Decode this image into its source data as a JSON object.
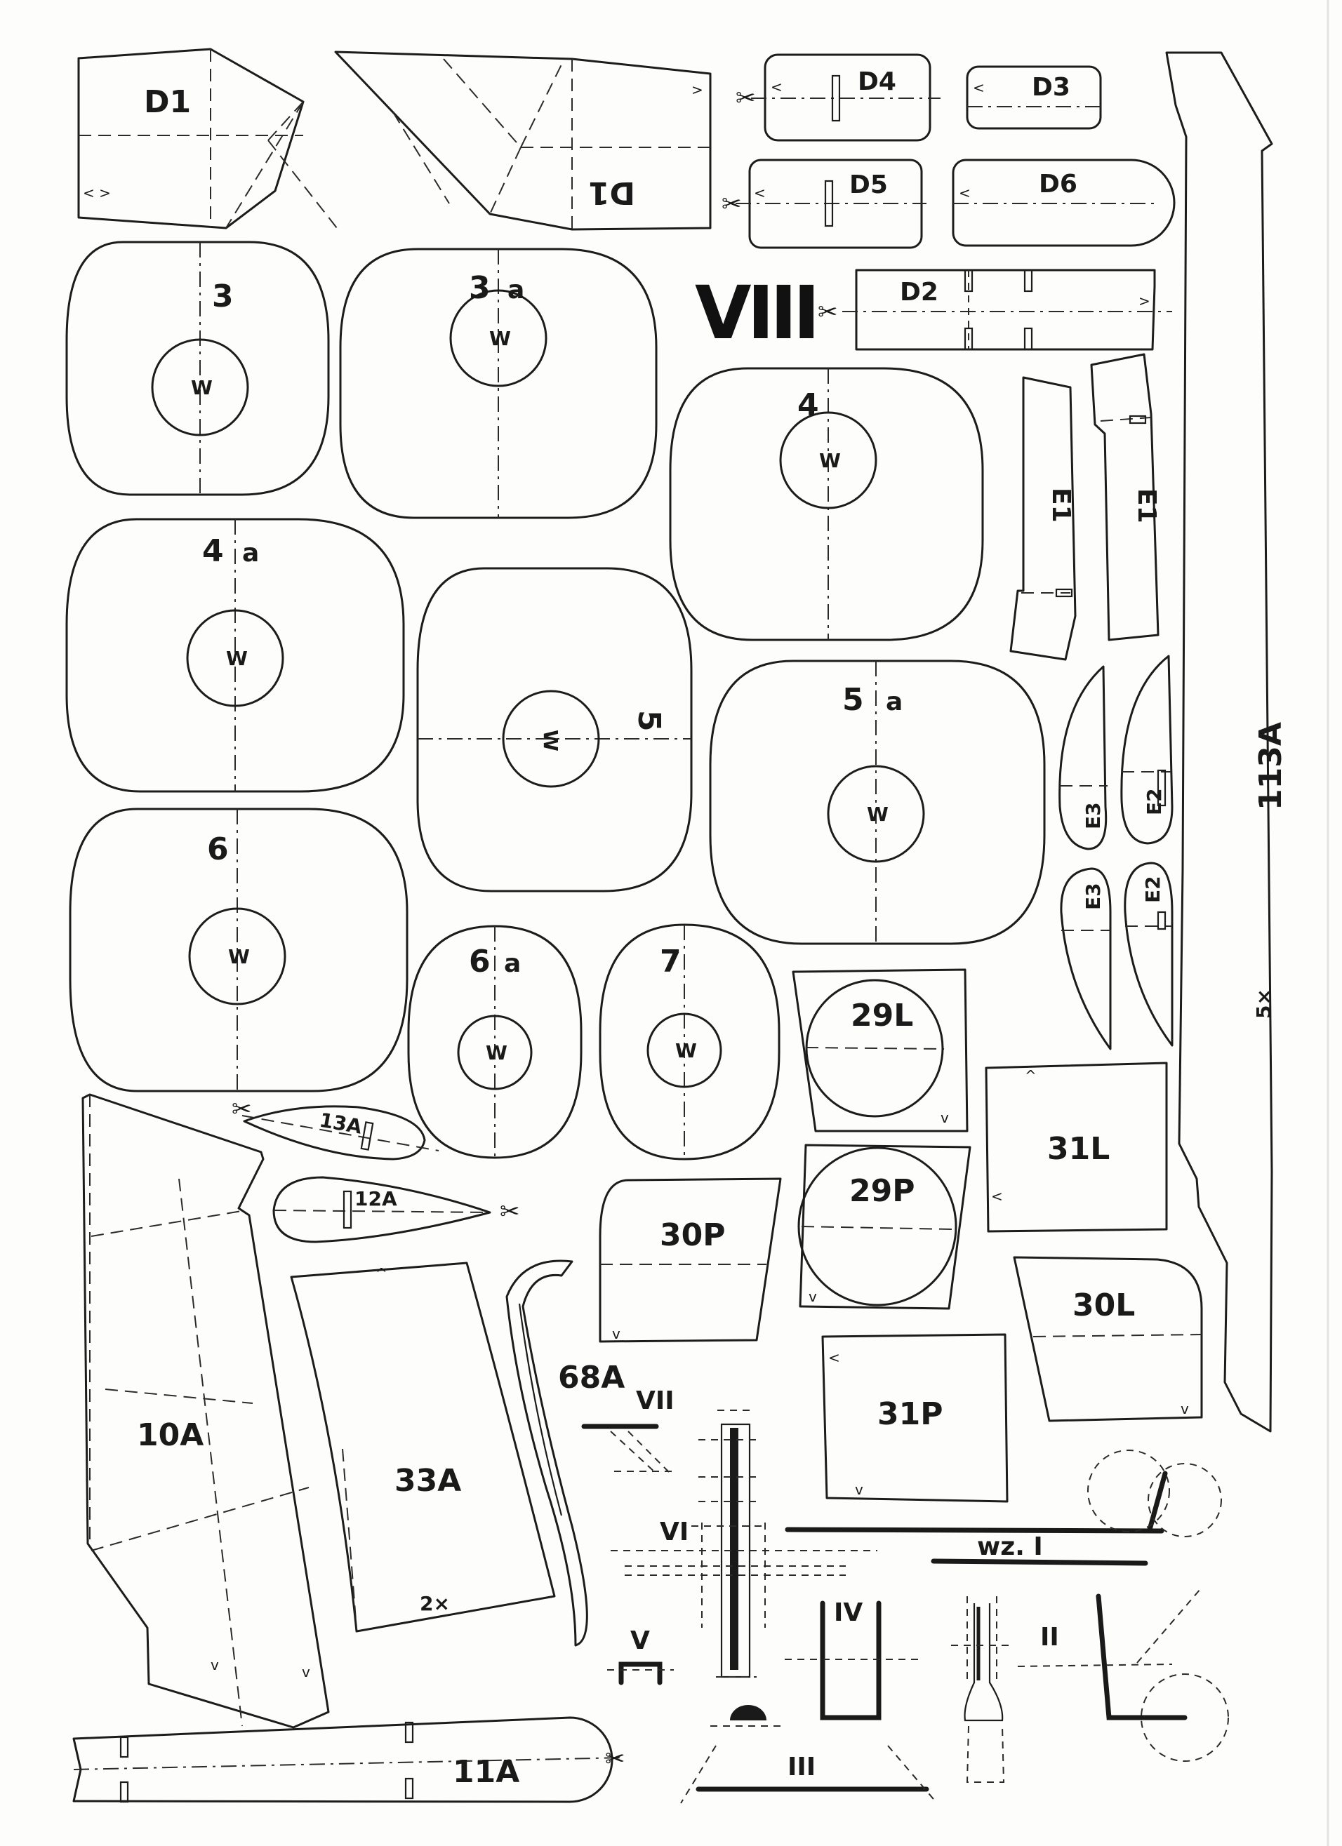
{
  "sheet_number": "VIII",
  "symbols": {
    "cut": "✂",
    "tab": "<",
    "tab_down": "v",
    "tab_up": "^"
  },
  "parts": {
    "D1_top": "D1",
    "D1_rot": "D1",
    "D4": "D4",
    "D3": "D3",
    "D5": "D5",
    "D6": "D6",
    "D2": "D2",
    "f3": "3",
    "f3a_num": "3",
    "f3a_suf": "a",
    "f4": "4",
    "f4a_num": "4",
    "f4a_suf": "a",
    "f5": "5",
    "f5a_num": "5",
    "f5a_suf": "a",
    "f6": "6",
    "f6a_num": "6",
    "f6a_suf": "a",
    "f7": "7",
    "E1_a": "E1",
    "E1_b": "E1",
    "E3_a": "E3",
    "E2_a": "E2",
    "E3_b": "E3",
    "E2_b": "E2",
    "p113A": "113A",
    "p113A_count": "5×",
    "p13A": "13A",
    "p12A": "12A",
    "p10A": "10A",
    "p33A": "33A",
    "p33A_count": "2×",
    "p68A": "68A",
    "p11A": "11A",
    "p29L": "29L",
    "p29P": "29P",
    "p30P": "30P",
    "p30L": "30L",
    "p31L": "31L",
    "p31P": "31P"
  },
  "hole_label": "W",
  "views": {
    "I": "wz. I",
    "II": "II",
    "III": "III",
    "IV": "IV",
    "V": "V",
    "VI": "VI",
    "VII": "VII"
  }
}
